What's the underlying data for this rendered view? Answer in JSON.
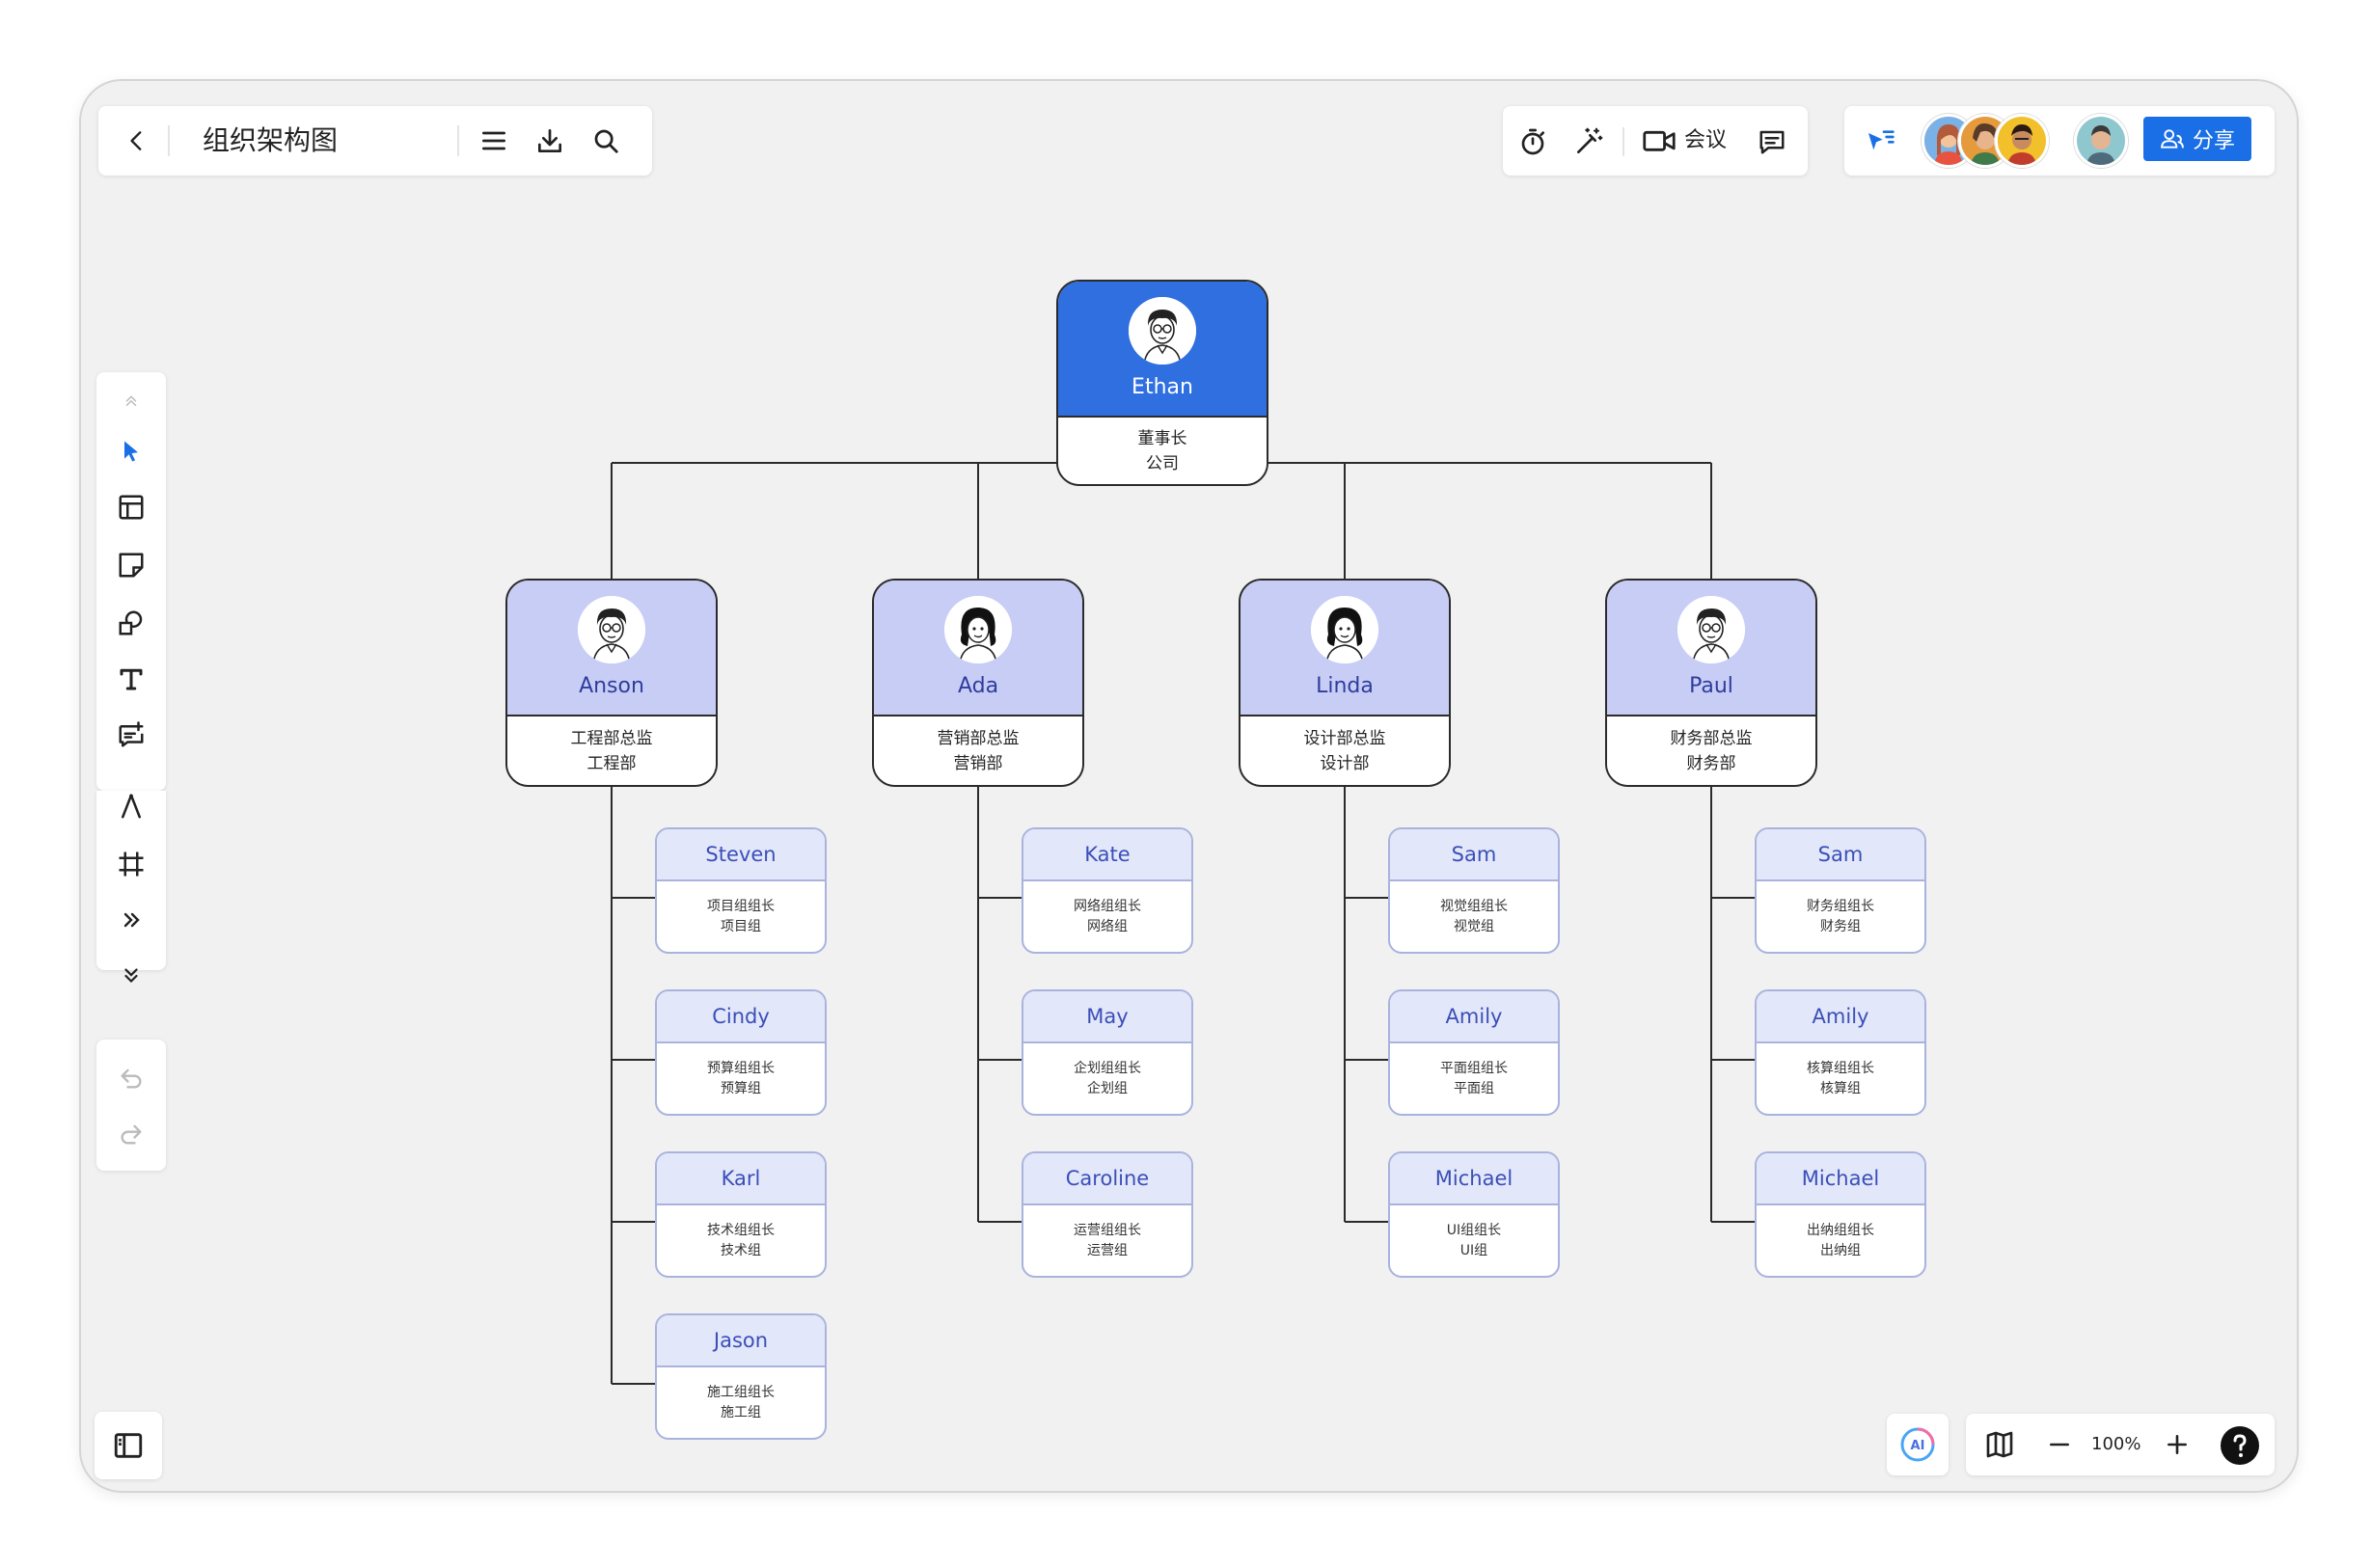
{
  "toolbar": {
    "doc_title": "组织架构图"
  },
  "collab": {
    "meeting_label": "会议"
  },
  "share": {
    "label": "分享"
  },
  "zoom": {
    "level": "100%"
  },
  "ai": {
    "label": "AI"
  },
  "colors": {
    "accent": "#1a6fe6",
    "ceo_header": "#2f6fe0",
    "director_header": "#c8cdf6",
    "team_header": "#e3e7fa",
    "team_name": "#3a4fb8"
  },
  "org": {
    "ceo": {
      "name": "Ethan",
      "title": "董事长",
      "unit": "公司",
      "avatar": "male-avatar-icon"
    },
    "directors": [
      {
        "name": "Anson",
        "title": "工程部总监",
        "unit": "工程部",
        "avatar": "male-avatar-icon",
        "teams": [
          {
            "name": "Steven",
            "title": "项目组组长",
            "unit": "项目组"
          },
          {
            "name": "Cindy",
            "title": "预算组组长",
            "unit": "预算组"
          },
          {
            "name": "Karl",
            "title": "技术组组长",
            "unit": "技术组"
          },
          {
            "name": "Jason",
            "title": "施工组组长",
            "unit": "施工组"
          }
        ]
      },
      {
        "name": "Ada",
        "title": "营销部总监",
        "unit": "营销部",
        "avatar": "female-avatar-icon",
        "teams": [
          {
            "name": "Kate",
            "title": "网络组组长",
            "unit": "网络组"
          },
          {
            "name": "May",
            "title": "企划组组长",
            "unit": "企划组"
          },
          {
            "name": "Caroline",
            "title": "运营组组长",
            "unit": "运营组"
          }
        ]
      },
      {
        "name": "Linda",
        "title": "设计部总监",
        "unit": "设计部",
        "avatar": "female-avatar-icon",
        "teams": [
          {
            "name": "Sam",
            "title": "视觉组组长",
            "unit": "视觉组"
          },
          {
            "name": "Amily",
            "title": "平面组组长",
            "unit": "平面组"
          },
          {
            "name": "Michael",
            "title": "UI组组长",
            "unit": "UI组"
          }
        ]
      },
      {
        "name": "Paul",
        "title": "财务部总监",
        "unit": "财务部",
        "avatar": "male-avatar-icon",
        "teams": [
          {
            "name": "Sam",
            "title": "财务组组长",
            "unit": "财务组"
          },
          {
            "name": "Amily",
            "title": "核算组组长",
            "unit": "核算组"
          },
          {
            "name": "Michael",
            "title": "出纳组组长",
            "unit": "出纳组"
          }
        ]
      }
    ]
  }
}
